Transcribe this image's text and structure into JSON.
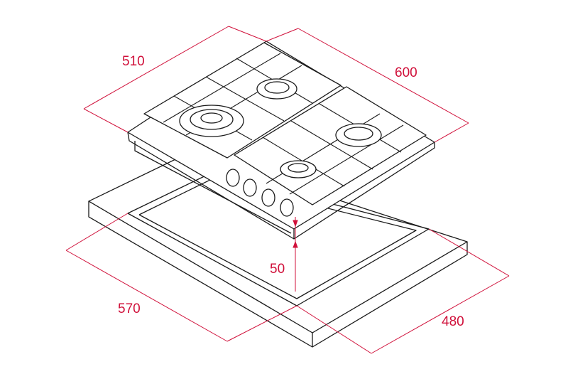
{
  "dimensions": {
    "hob_depth": "510",
    "hob_width": "600",
    "cutout_width": "570",
    "cutout_depth": "480",
    "height": "50"
  },
  "colors": {
    "dimension": "#d0103a",
    "line": "#1a1a1a"
  }
}
